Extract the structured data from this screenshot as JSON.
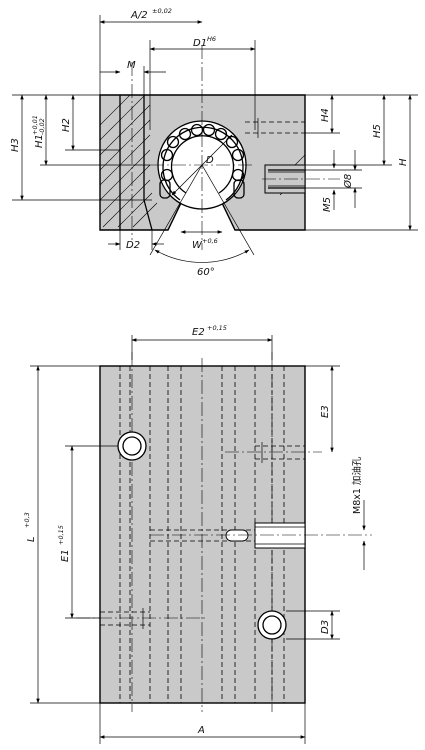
{
  "front_view": {
    "labels": {
      "A_half": "A/2",
      "A_half_tol": "±0,02",
      "D1": "D1",
      "D1_tol": "H6",
      "M": "M",
      "H3": "H3",
      "H1": "H1",
      "H1_tol_upper": "+0,01",
      "H1_tol_lower": "-0,02",
      "H2": "H2",
      "H4": "H4",
      "H5": "H5",
      "H": "H",
      "D": "D",
      "phi8": "Ø8",
      "M5": "M5",
      "D2": "D2",
      "W": "W",
      "W_tol": "+0,6",
      "angle": "60°"
    }
  },
  "top_view": {
    "labels": {
      "E2": "E2",
      "E2_tol": "+0,15",
      "E3": "E3",
      "L": "L",
      "L_tol": "+0,3",
      "E1": "E1",
      "E1_tol": "+0,15",
      "oil_hole": "M8x1 加油孔",
      "D3": "D3",
      "A": "A"
    }
  }
}
